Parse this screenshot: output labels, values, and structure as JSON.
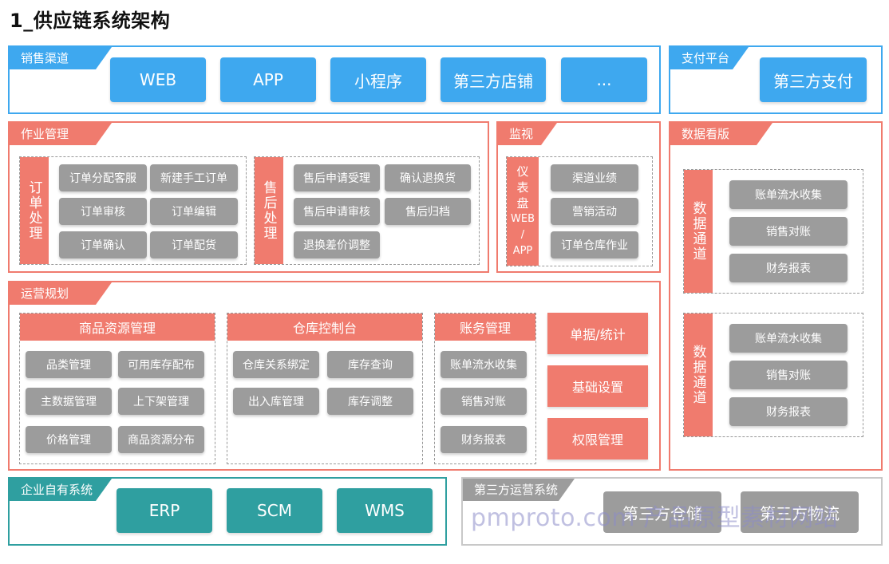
{
  "title": "1_供应链系统架构",
  "sales": {
    "tab": "销售渠道",
    "items": [
      "WEB",
      "APP",
      "小程序",
      "第三方店铺",
      "..."
    ]
  },
  "payment": {
    "tab": "支付平台",
    "items": [
      "第三方支付"
    ]
  },
  "ops": {
    "tab": "作业管理",
    "order": {
      "label": "订单处理",
      "items": [
        "订单分配客服",
        "新建手工订单",
        "订单审核",
        "订单编辑",
        "订单确认",
        "订单配货"
      ]
    },
    "aftersale": {
      "label": "售后处理",
      "items": [
        "售后申请受理",
        "确认退换货",
        "售后申请审核",
        "售后归档",
        "退换差价调整"
      ]
    }
  },
  "monitor": {
    "tab": "监视",
    "bar": [
      "仪",
      "表",
      "盘",
      "WEB",
      "/",
      "APP"
    ],
    "items": [
      "渠道业绩",
      "营销活动",
      "订单仓库作业"
    ]
  },
  "dashboard": {
    "tab": "数据看版",
    "group1": {
      "label": "数据通道",
      "items": [
        "账单流水收集",
        "销售对账",
        "财务报表"
      ]
    },
    "group2": {
      "label": "数据通道",
      "items": [
        "账单流水收集",
        "销售对账",
        "财务报表"
      ]
    }
  },
  "planning": {
    "tab": "运营规划",
    "goods": {
      "header": "商品资源管理",
      "items": [
        "品类管理",
        "可用库存配布",
        "主数据管理",
        "上下架管理",
        "价格管理",
        "商品资源分布"
      ]
    },
    "warehouse": {
      "header": "仓库控制台",
      "items": [
        "仓库关系绑定",
        "库存查询",
        "出入库管理",
        "库存调整"
      ]
    },
    "account": {
      "header": "账务管理",
      "items": [
        "账单流水收集",
        "销售对账",
        "财务报表"
      ]
    },
    "side": [
      "单据/统计",
      "基础设置",
      "权限管理"
    ]
  },
  "enterprise": {
    "tab": "企业自有系统",
    "items": [
      "ERP",
      "SCM",
      "WMS"
    ]
  },
  "thirdparty": {
    "tab": "第三方运营系统",
    "items": [
      "第三方仓储",
      "第三方物流"
    ]
  },
  "watermark": "pmproto.com 产品原型素材网站"
}
